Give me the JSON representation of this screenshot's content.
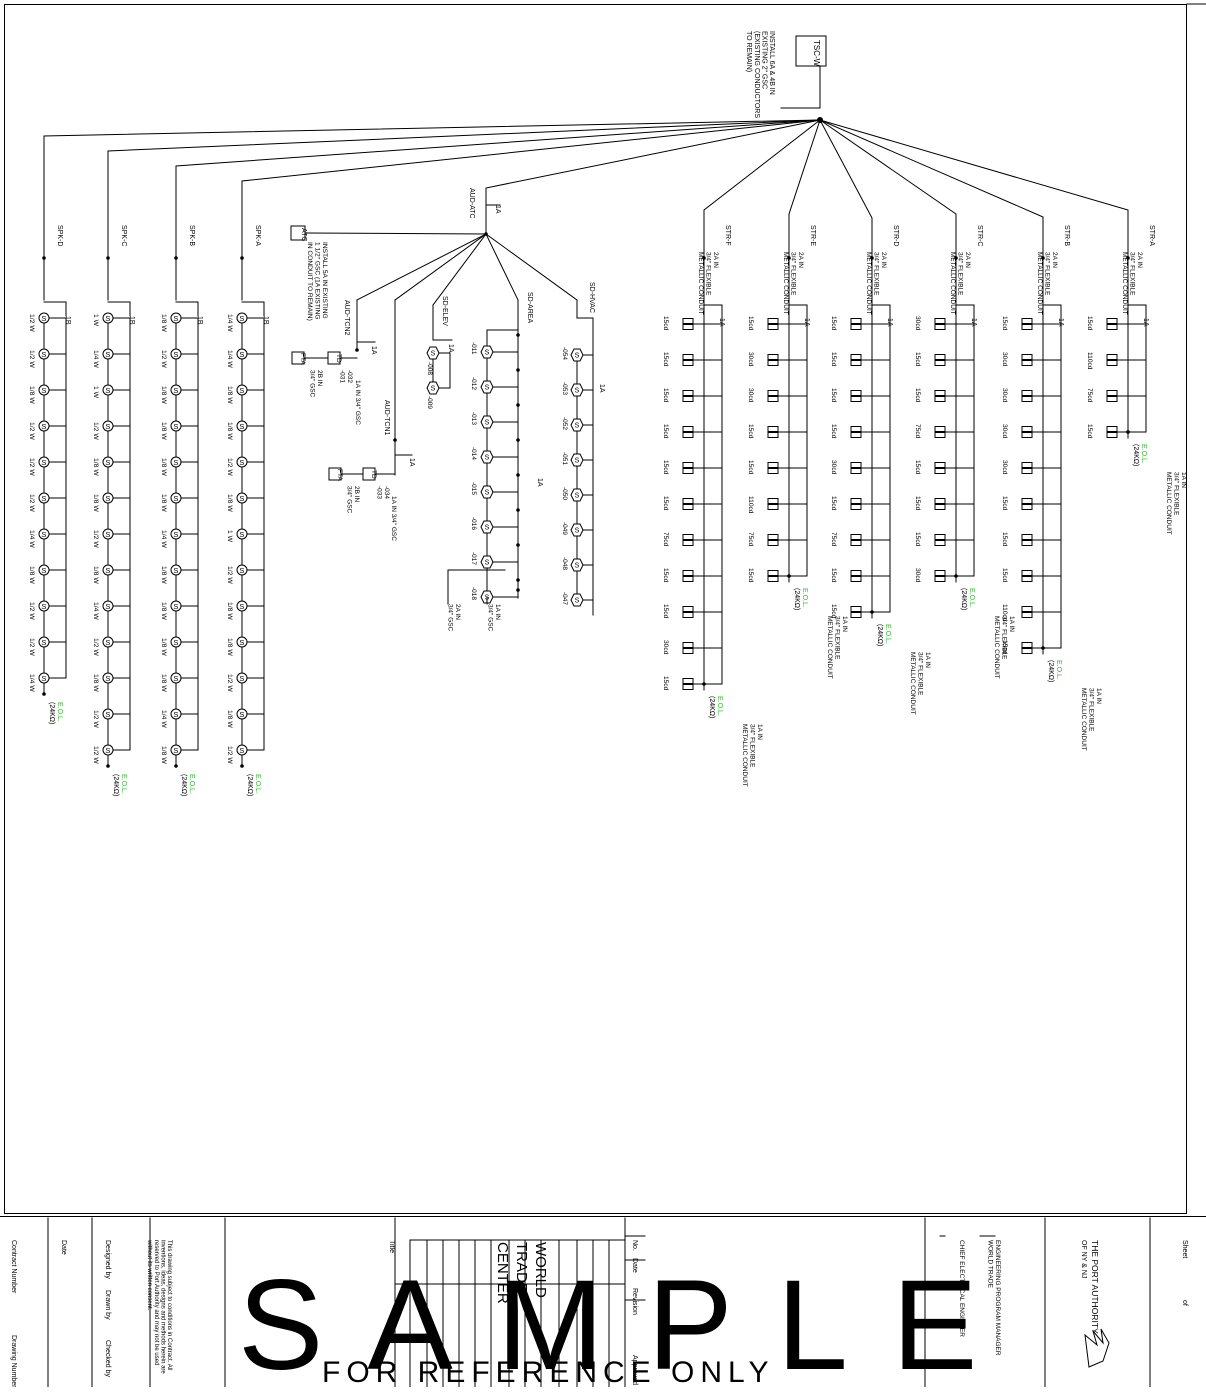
{
  "panel": {
    "label": "TSC-W",
    "note": [
      "INSTALL 6A & 4B IN",
      "EXISTING 2\" GSC",
      "(EXISTING CONDUCTORS",
      "TO REMAIN)"
    ]
  },
  "spk": [
    {
      "label": "SPK-D",
      "link": "1B",
      "eol": "E.O.L.",
      "ohm": "(24KΩ)",
      "sizes": [
        "1/2 W",
        "1/2 W",
        "1/8 W",
        "1/2 W",
        "1/2 W",
        "1/2 W",
        "1/4 W",
        "1/8 W",
        "1/2 W",
        "1/2 W",
        "1/4 W"
      ]
    },
    {
      "label": "SPK-C",
      "link": "1B",
      "eol": "E.O.L.",
      "ohm": "(24KΩ)",
      "sizes": [
        "1 W",
        "1/4 W",
        "1 W",
        "1/2 W",
        "1/8 W",
        "1/8 W",
        "1/2 W",
        "1/8 W",
        "1/4 W",
        "1/2 W",
        "1/8 W",
        "1/2 W",
        "1/2 W"
      ]
    },
    {
      "label": "SPK-B",
      "link": "1B",
      "eol": "E.O.L.",
      "ohm": "(24KΩ)",
      "sizes": [
        "1/8 W",
        "1/2 W",
        "1/8 W",
        "1/8 W",
        "1/8 W",
        "1/8 W",
        "1/4 W",
        "1/8 W",
        "1/8 W",
        "1/8 W",
        "1/8 W",
        "1/4 W",
        "1/8 W"
      ]
    },
    {
      "label": "SPK-A",
      "link": "1B",
      "eol": "E.O.L.",
      "ohm": "(24KΩ)",
      "sizes": [
        "1/4 W",
        "1/4 W",
        "1/8 W",
        "1/8 W",
        "1/2 W",
        "1/8 W",
        "1 W",
        "1/2 W",
        "1/8 W",
        "1/8 W",
        "1/2 W",
        "1/8 W",
        "1/2 W"
      ]
    }
  ],
  "aud_atc": {
    "label": "AUD-ATC",
    "link": "1A",
    "atc": "ATC",
    "atc_note": [
      "INSTALL 5A IN EXISTING",
      "1 1/2\" GSC (1A EXISTING",
      "IN CONDUIT TO REMAIN)"
    ]
  },
  "aud_tcn2": {
    "label": "AUD-TCN2",
    "link": "1A",
    "td": "TD",
    "fta": "FTA",
    "ids": [
      "-032",
      "-031"
    ],
    "c1": "1A IN 3/4\" GSC",
    "c2": [
      "2B IN",
      "3/4\" GSC"
    ]
  },
  "aud_tcn1": {
    "label": "AUD-TCN1",
    "link": "1A",
    "td": "TD",
    "fta": "FTA",
    "ids": [
      "-034",
      "-033"
    ],
    "c1": "1A IN 3/4\" GSC",
    "c2": [
      "2B IN",
      "3/4\" GSC"
    ]
  },
  "sd_elev": {
    "label": "SD-ELEV",
    "link": "1A",
    "ids": [
      "-008",
      "-009"
    ]
  },
  "sd_area": {
    "label": "SD-AREA",
    "link": "1A",
    "ids": [
      "-011",
      "-012",
      "-013",
      "-014",
      "-015",
      "-016",
      "-017",
      "-018"
    ],
    "c1": [
      "1A IN",
      "3/4\" GSC"
    ],
    "c2": [
      "2A IN",
      "3/4\" GSC"
    ]
  },
  "sd_hvac": {
    "label": "SD-HVAC",
    "link": "1A",
    "ids": [
      "-054",
      "-053",
      "-052",
      "-051",
      "-050",
      "-049",
      "-048",
      "-047"
    ]
  },
  "str": [
    {
      "label": "STR-F",
      "feed": [
        "2A IN",
        "3/4\" FLEXIBLE",
        "METALLIC CONDUIT"
      ],
      "link": "1A",
      "cd": [
        "15cd",
        "15cd",
        "15cd",
        "15cd",
        "15cd",
        "15cd",
        "75cd",
        "15cd",
        "15cd",
        "30cd",
        "15cd"
      ],
      "eol": "E.O.L.",
      "ohm": "(24KΩ)",
      "ret": [
        "1A IN",
        "3/4\" FLEXIBLE",
        "METALLIC CONDUIT"
      ]
    },
    {
      "label": "STR-E",
      "feed": [
        "2A IN",
        "3/4\" FLEXIBLE",
        "METALLIC CONDUIT"
      ],
      "link": "1A",
      "cd": [
        "15cd",
        "30cd",
        "30cd",
        "15cd",
        "15cd",
        "110cd",
        "75cd",
        "15cd"
      ],
      "eol": "E.O.L.",
      "ohm": "(24KΩ)",
      "ret": [
        "1A IN",
        "3/4\" FLEXIBLE",
        "METALLIC CONDUIT"
      ]
    },
    {
      "label": "STR-D",
      "feed": [
        "2A IN",
        "3/4\" FLEXIBLE",
        "METALLIC CONDUIT"
      ],
      "link": "1A",
      "cd": [
        "15cd",
        "15cd",
        "15cd",
        "15cd",
        "30cd",
        "15cd",
        "75cd",
        "15cd",
        "15cd"
      ],
      "eol": "E.O.L.",
      "ohm": "(24KΩ)",
      "ret": [
        "1A IN",
        "3/4\" FLEXIBLE",
        "METALLIC CONDUIT"
      ]
    },
    {
      "label": "STR-C",
      "feed": [
        "2A IN",
        "3/4\" FLEXIBLE",
        "METALLIC CONDUIT"
      ],
      "link": "1A",
      "cd": [
        "30cd",
        "15cd",
        "15cd",
        "75cd",
        "15cd",
        "15cd",
        "15cd",
        "30cd"
      ],
      "eol": "E.O.L.",
      "ohm": "(24KΩ)",
      "ret": [
        "1A IN",
        "3/4\" FLEXIBLE",
        "METALLIC CONDUIT"
      ]
    },
    {
      "label": "STR-B",
      "feed": [
        "2A IN",
        "3/4\" FLEXIBLE",
        "METALLIC CONDUIT"
      ],
      "link": "1A",
      "cd": [
        "15cd",
        "30cd",
        "30cd",
        "30cd",
        "30cd",
        "15cd",
        "15cd",
        "15cd",
        "110cd",
        "15cd"
      ],
      "eol": "E.O.L.",
      "ohm": "(24KΩ)",
      "ret": [
        "1A IN",
        "3/4\" FLEXIBLE",
        "METALLIC CONDUIT"
      ]
    },
    {
      "label": "STR-A",
      "feed": [
        "2A IN",
        "3/4\" FLEXIBLE",
        "METALLIC CONDUIT"
      ],
      "link": "1A",
      "cd": [
        "15cd",
        "110cd",
        "75cd",
        "15cd"
      ],
      "eol": "E.O.L.",
      "ohm": "(24KΩ)",
      "ret": [
        "1A IN",
        "3/4\" FLEXIBLE",
        "METALLIC CONDUIT"
      ]
    }
  ],
  "title_block": {
    "contract_number": "Contract Number",
    "drawing_number": "Drawing Number",
    "date": "Date",
    "designed_by": "Designed by",
    "drawn_by": "Drawn by",
    "checked_by": "Checked by",
    "notice": [
      "This drawing subject to conditions in Contract. All",
      "inventions, ideas, designs and methods herein are",
      "reserved to Port Authority and may not be used",
      "without its written consent."
    ],
    "title": "Title",
    "project": [
      "WORLD",
      "TRADE",
      "CENTER"
    ],
    "no": "No.",
    "date2": "Date",
    "revision": "Revision",
    "approved": "Approved",
    "chief": "CHIEF ELECTRICAL ENGINEER",
    "epm": [
      "ENGINEERING PROGRAM MANAGER",
      "WORLD TRADE"
    ],
    "authority": [
      "THE PORT AUTHORITY",
      "OF NY & NJ"
    ],
    "sheet": "Sheet",
    "of": "of"
  },
  "watermark": {
    "main": "SAMPLE",
    "sub": "FOR REFERENCE ONLY"
  }
}
